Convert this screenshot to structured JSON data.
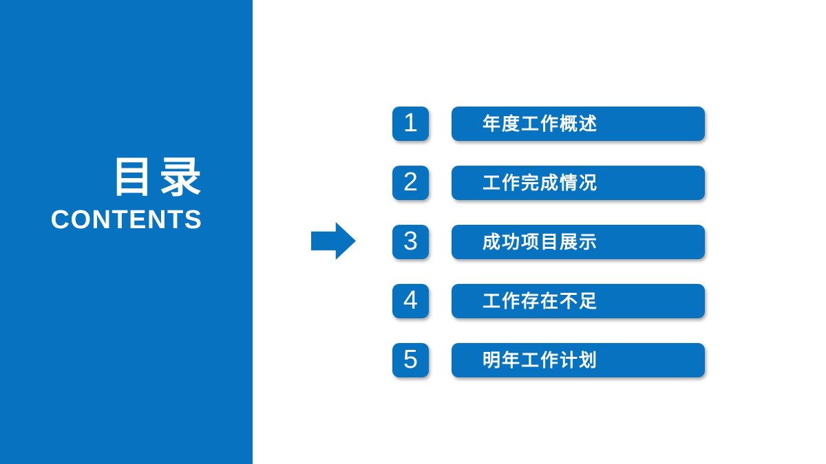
{
  "slide": {
    "accent_color": "#0772bf",
    "background_color": "#ffffff",
    "text_color": "#ffffff",
    "panel": {
      "title_cn": "目录",
      "title_en": "CONTENTS"
    },
    "arrow": {
      "icon": "arrow-right"
    },
    "items": [
      {
        "number": "1",
        "label": "年度工作概述"
      },
      {
        "number": "2",
        "label": "工作完成情况"
      },
      {
        "number": "3",
        "label": "成功项目展示"
      },
      {
        "number": "4",
        "label": "工作存在不足"
      },
      {
        "number": "5",
        "label": "明年工作计划"
      }
    ]
  }
}
